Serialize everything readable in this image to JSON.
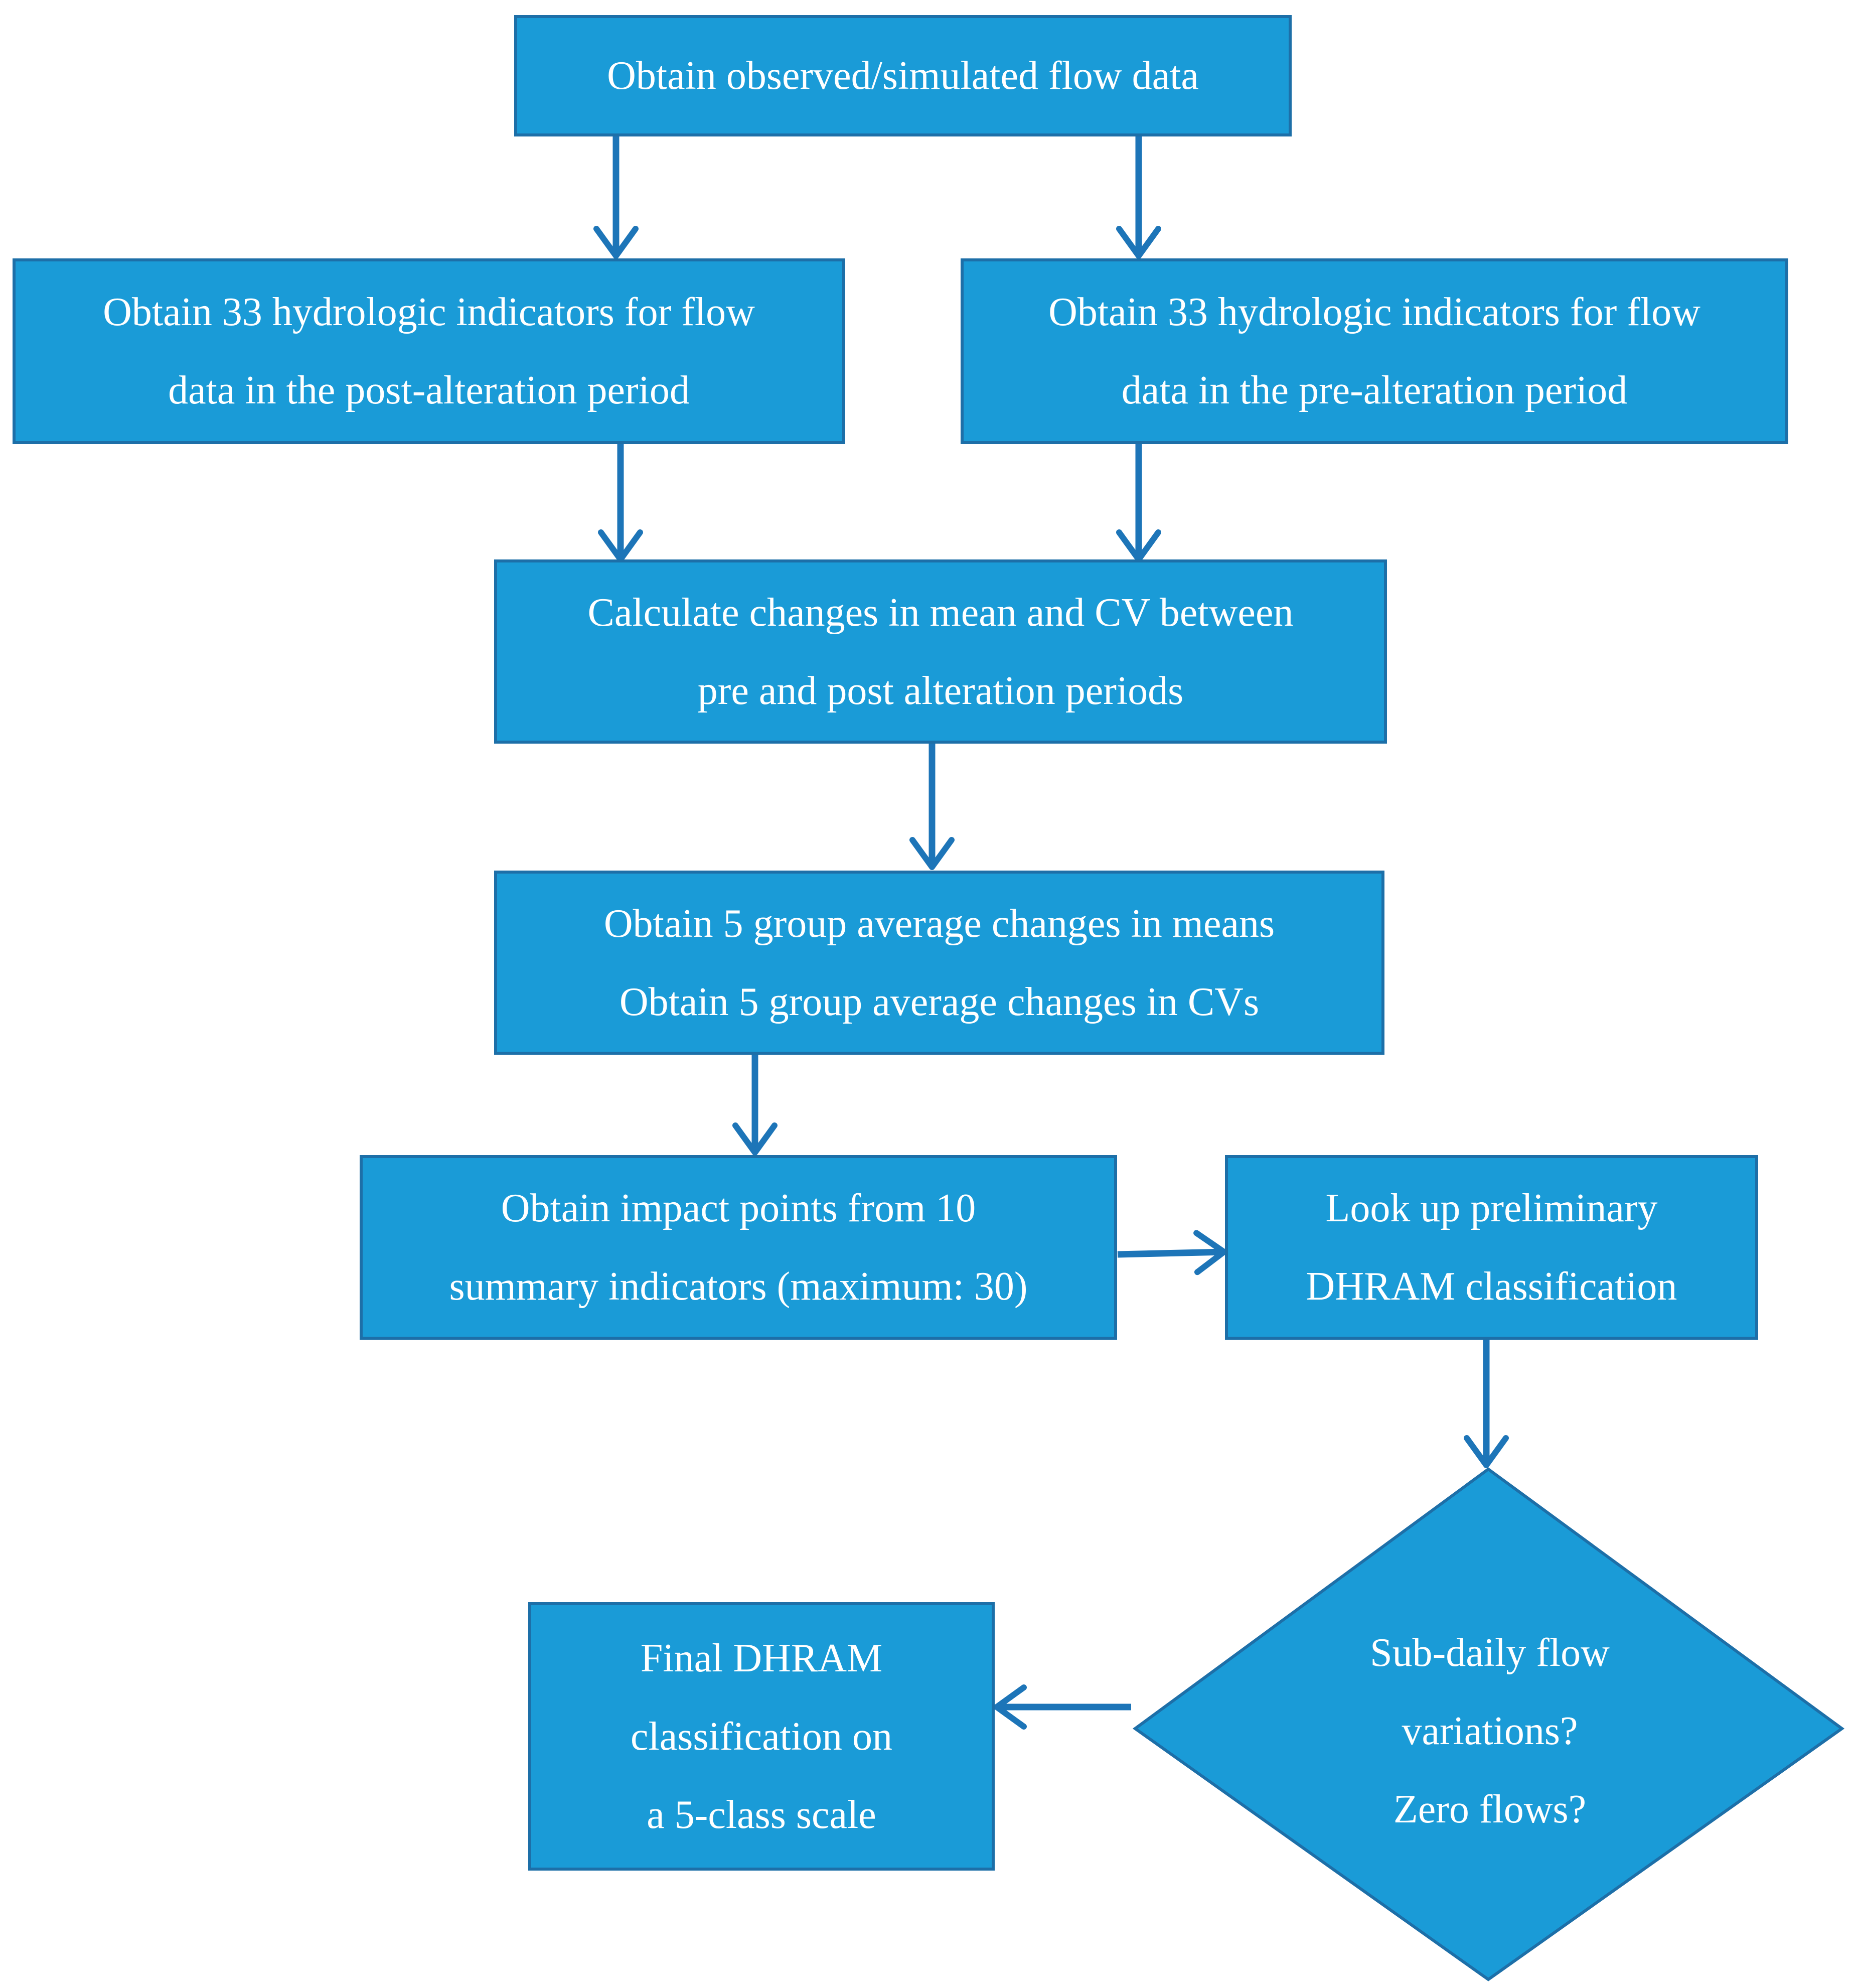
{
  "colors": {
    "box_fill": "#1a9bd7",
    "box_border": "#1d6fa8",
    "arrow": "#1d75b8",
    "text": "#ffffff"
  },
  "nodes": {
    "obtain_flow_data": {
      "lines": [
        "Obtain observed/simulated flow data"
      ]
    },
    "post_alteration_indicators": {
      "lines": [
        "Obtain 33 hydrologic indicators for flow",
        "data in the post-alteration period"
      ]
    },
    "pre_alteration_indicators": {
      "lines": [
        "Obtain 33 hydrologic indicators for flow",
        "data in the pre-alteration period"
      ]
    },
    "calculate_changes": {
      "lines": [
        "Calculate changes in mean and CV between",
        "pre and post alteration periods"
      ]
    },
    "group_average_changes": {
      "lines": [
        "Obtain 5 group average changes in means",
        "Obtain 5 group average changes in CVs"
      ]
    },
    "impact_points": {
      "lines": [
        "Obtain impact points from 10",
        "summary indicators (maximum: 30)"
      ]
    },
    "preliminary_classification": {
      "lines": [
        "Look up preliminary",
        "DHRAM classification"
      ]
    },
    "decision": {
      "lines": [
        "Sub-daily flow",
        "variations?",
        "Zero flows?"
      ]
    },
    "final_classification": {
      "lines": [
        "Final DHRAM",
        "classification on",
        "a 5-class scale"
      ]
    }
  }
}
